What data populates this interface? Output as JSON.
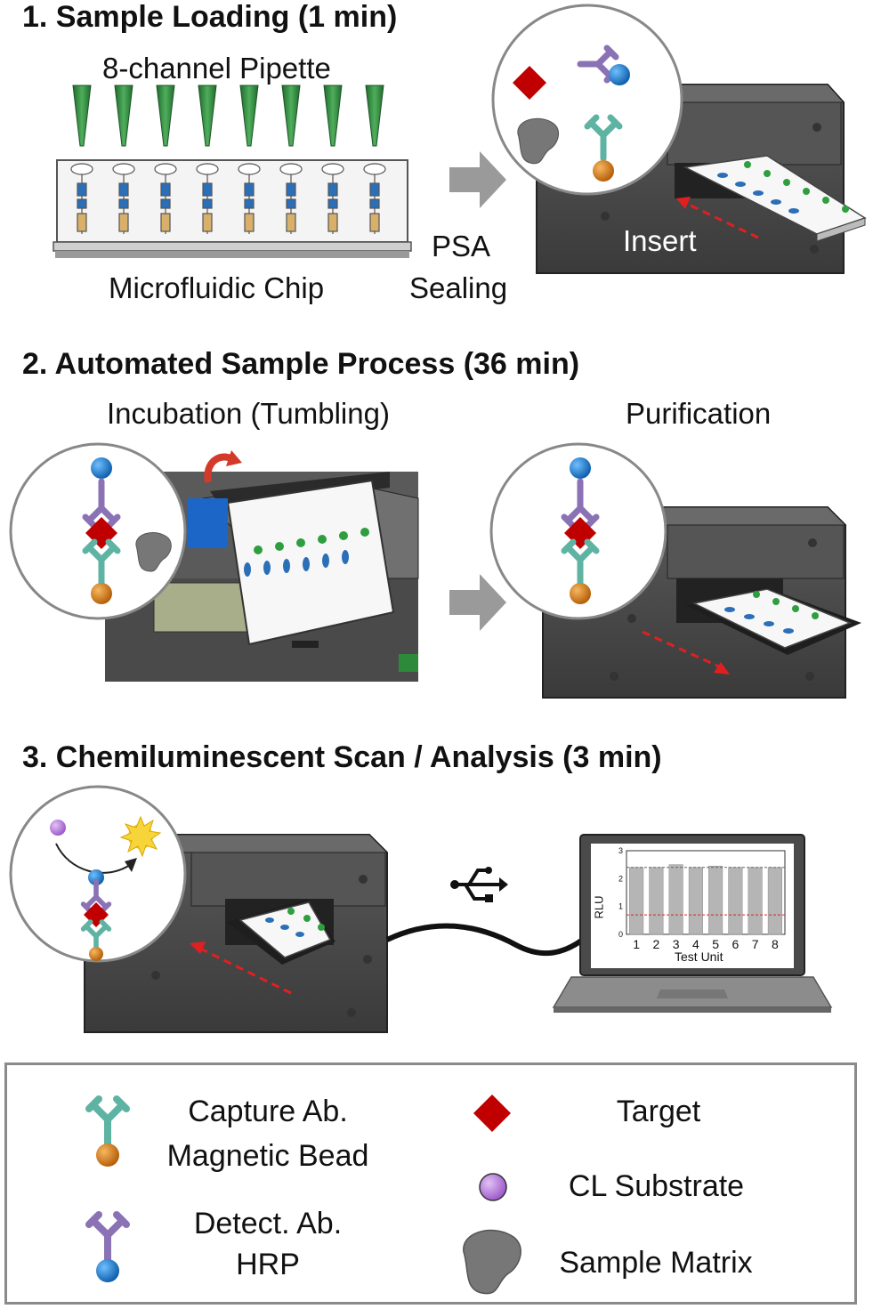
{
  "sections": {
    "s1": {
      "title": "1. Sample Loading (1 min)"
    },
    "s2": {
      "title": "2. Automated Sample Process (36 min)"
    },
    "s3": {
      "title": "3. Chemiluminescent Scan / Analysis (3 min)"
    }
  },
  "step1": {
    "pipette_label": "8-channel Pipette",
    "chip_label": "Microfluidic Chip",
    "psa_label_line1": "PSA",
    "psa_label_line2": "Sealing",
    "insert_label": "Insert"
  },
  "step2": {
    "incubation_label": "Incubation (Tumbling)",
    "purification_label": "Purification"
  },
  "step3": {
    "mini_chart": {
      "ylabel": "RLU",
      "xlabel": "Test Unit",
      "y_ticks": [
        "0",
        "1",
        "2",
        "3"
      ],
      "x_ticks": [
        "1",
        "2",
        "3",
        "4",
        "5",
        "6",
        "7",
        "8"
      ]
    }
  },
  "chart_data": {
    "type": "bar",
    "categories": [
      "1",
      "2",
      "3",
      "4",
      "5",
      "6",
      "7",
      "8"
    ],
    "values": [
      2.4,
      2.4,
      2.5,
      2.4,
      2.45,
      2.4,
      2.4,
      2.4
    ],
    "threshold": 0.7,
    "xlabel": "Test Unit",
    "ylabel": "RLU",
    "ylim": [
      0,
      3
    ]
  },
  "legend": {
    "capture_line1": "Capture Ab.",
    "capture_line2": "Magnetic Bead",
    "detect_line1": "Detect. Ab.",
    "detect_line2": "HRP",
    "target": "Target",
    "substrate": "CL Substrate",
    "matrix": "Sample Matrix"
  },
  "colors": {
    "pipette_green": "#2e8b3e",
    "target_red": "#c00000",
    "bead_orange": "#d2700f",
    "hrp_blue": "#1e7fd0",
    "capture_teal": "#5fb3a3",
    "detect_purple": "#8a72b5",
    "substrate_purple": "#b07ad8",
    "device_gray": "#4a4a4a",
    "arrow_gray": "#9a9a9a"
  }
}
